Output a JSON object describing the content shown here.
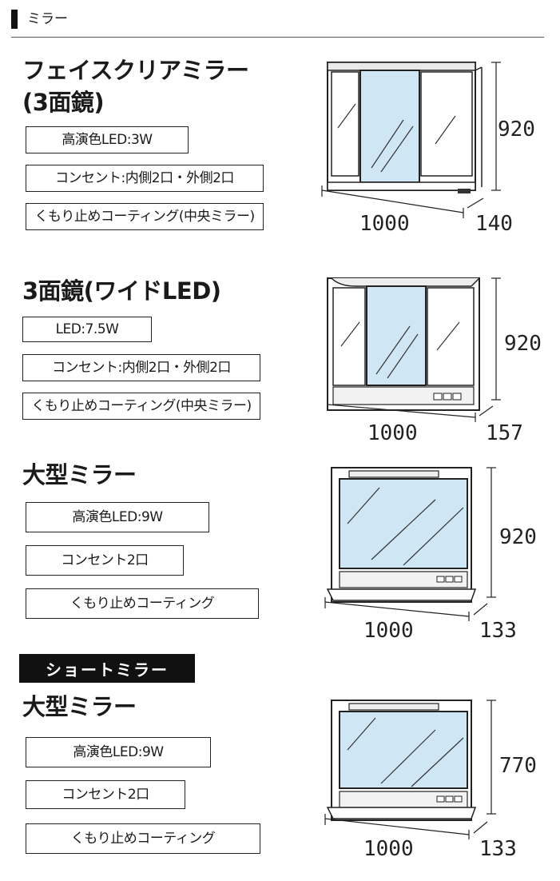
{
  "header": {
    "label": "ミラー"
  },
  "products": [
    {
      "title_line1": "フェイスクリアミラー",
      "title_line2": "(3面鏡)",
      "specs": [
        "高演色LED:3W",
        "コンセント:内側2口・外側2口",
        "くもり止めコーティング(中央ミラー)"
      ],
      "dims": {
        "height": "920",
        "width": "1000",
        "depth": "140"
      }
    },
    {
      "title_line1": "3面鏡(ワイドLED)",
      "specs": [
        "LED:7.5W",
        "コンセント:内側2口・外側2口",
        "くもり止めコーティング(中央ミラー)"
      ],
      "dims": {
        "height": "920",
        "width": "1000",
        "depth": "157"
      }
    },
    {
      "title_line1": "大型ミラー",
      "specs": [
        "高演色LED:9W",
        "コンセント2口",
        "くもり止めコーティング"
      ],
      "dims": {
        "height": "920",
        "width": "1000",
        "depth": "133"
      }
    },
    {
      "badge": "ショートミラー",
      "title_line1": "大型ミラー",
      "specs": [
        "高演色LED:9W",
        "コンセント2口",
        "くもり止めコーティング"
      ],
      "dims": {
        "height": "770",
        "width": "1000",
        "depth": "133"
      }
    }
  ],
  "colors": {
    "glass": "#cfe6f5",
    "frame": "#222222",
    "panel": "#f2f2f2"
  }
}
